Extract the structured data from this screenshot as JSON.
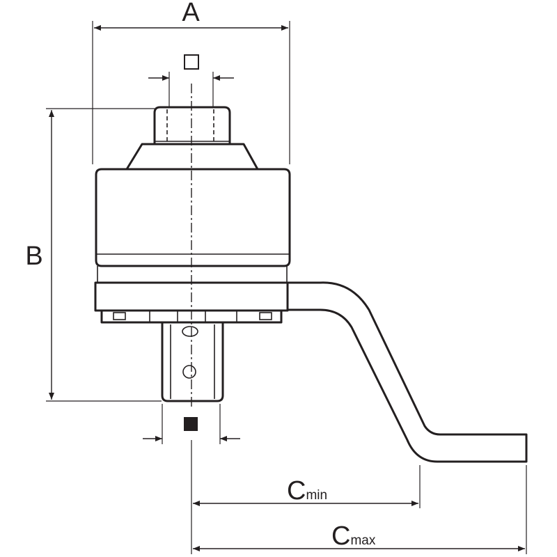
{
  "diagram": {
    "labels": {
      "a": "A",
      "b": "B",
      "c_min_main": "C",
      "c_min_sub": "min",
      "c_max_main": "C",
      "c_max_sub": "max"
    },
    "symbols": {
      "input_square": "open-square-icon",
      "output_square": "filled-square-icon"
    },
    "colors": {
      "line": "#231f20",
      "background": "#ffffff"
    }
  }
}
